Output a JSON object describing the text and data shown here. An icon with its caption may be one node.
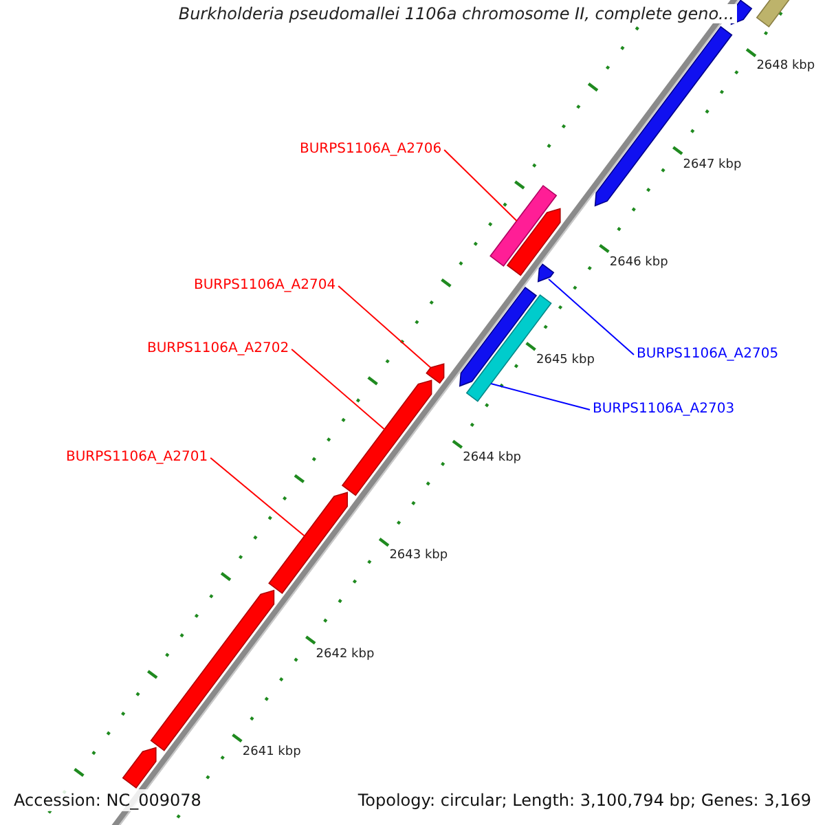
{
  "diagram": {
    "title": "Burkholderia pseudomallei 1106a chromosome II, complete geno...",
    "nodes": [
      {
        "text": [
          "BURPS1106A_A2706"
        ]
      },
      {
        "text": [],
        "shape": "bar"
      },
      {
        "text": [
          "BURPS1106A_A2704"
        ]
      },
      {
        "text": [],
        "shape": "bar"
      },
      {
        "text": [
          "BURPS1106A_A2705"
        ]
      },
      {
        "text": [],
        "shape": "bar"
      },
      {
        "text": [
          "BURPS1106A_A2702"
        ]
      },
      {
        "text": [],
        "shape": "bar"
      },
      {
        "text": [
          "BURPS1106A_A2703"
        ]
      },
      {
        "text": [],
        "shape": "bar"
      },
      {
        "text": [
          "BURPS1106A_A2701"
        ]
      },
      {
        "text": [],
        "shape": "bar"
      },
      {
        "text": [],
        "shape": "bar"
      },
      {
        "text": [],
        "shape": "bar"
      },
      {
        "text": [],
        "shape": "bar"
      },
      {
        "text": [],
        "shape": "bar"
      },
      {
        "text": [],
        "shape": "bar"
      },
      {
        "text": [],
        "shape": "bar"
      },
      {
        "text": [],
        "shape": "bar"
      }
    ],
    "edges": [
      {
        "from": 0,
        "to": 1,
        "arrow": "none"
      },
      {
        "from": 2,
        "to": 3,
        "arrow": "none"
      },
      {
        "from": 4,
        "to": 5,
        "arrow": "none",
        "color": "#0000ff"
      },
      {
        "from": 6,
        "to": 7,
        "arrow": "none"
      },
      {
        "from": 8,
        "to": 9,
        "arrow": "none",
        "color": "#0000ff"
      },
      {
        "from": 10,
        "to": 11,
        "arrow": "none"
      }
    ],
    "labels": [
      "2648 kbp",
      "2647 kbp",
      "2646 kbp",
      "2645 kbp",
      "2644 kbp",
      "2643 kbp",
      "2642 kbp",
      "2641 kbp",
      "Accession: NC_009078",
      "Topology: circular; Length: 3,100,794 bp; Genes: 3,169"
    ]
  }
}
